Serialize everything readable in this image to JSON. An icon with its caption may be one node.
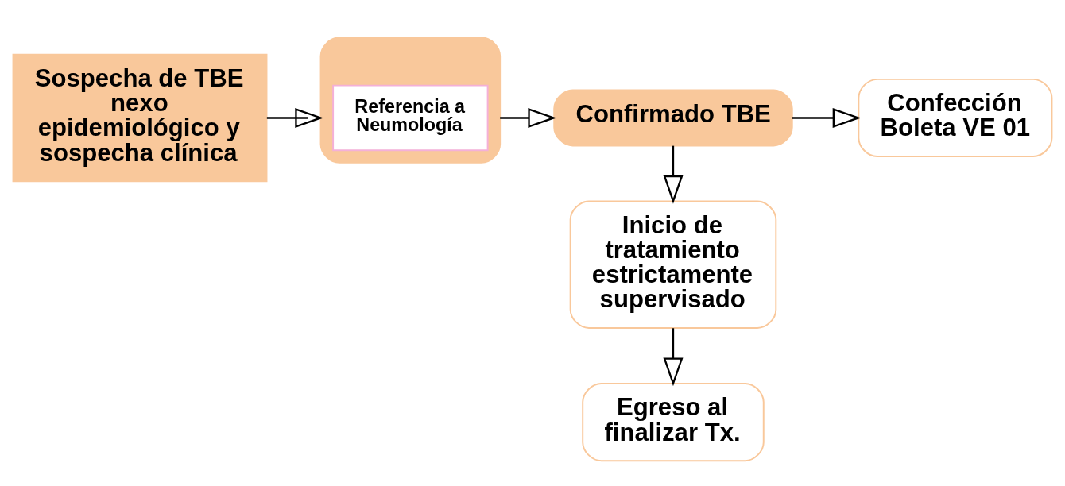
{
  "diagram": {
    "nodes": [
      {
        "text": [
          "Sospecha de TBE nexo epidemiológico y sospecha clínica"
        ]
      },
      {
        "text": [],
        "shape": "box"
      },
      {
        "text": [
          "Referencia a Neumología"
        ],
        "in": 1
      },
      {
        "text": [
          "Confirmado TBE"
        ]
      },
      {
        "text": [
          "Confección Boleta VE 01"
        ]
      },
      {
        "text": [
          "Inicio de tratamiento estrictamente supervisado"
        ]
      },
      {
        "text": [
          "Egreso al finalizar Tx."
        ]
      }
    ],
    "edges": [
      {
        "from": 0,
        "to": 1,
        "arrow": "to"
      },
      {
        "from": 1,
        "to": 3,
        "arrow": "to"
      },
      {
        "from": 3,
        "to": 4,
        "arrow": "to"
      },
      {
        "from": 3,
        "to": 5,
        "arrow": "to"
      },
      {
        "from": 5,
        "to": 6,
        "arrow": "to"
      }
    ]
  }
}
